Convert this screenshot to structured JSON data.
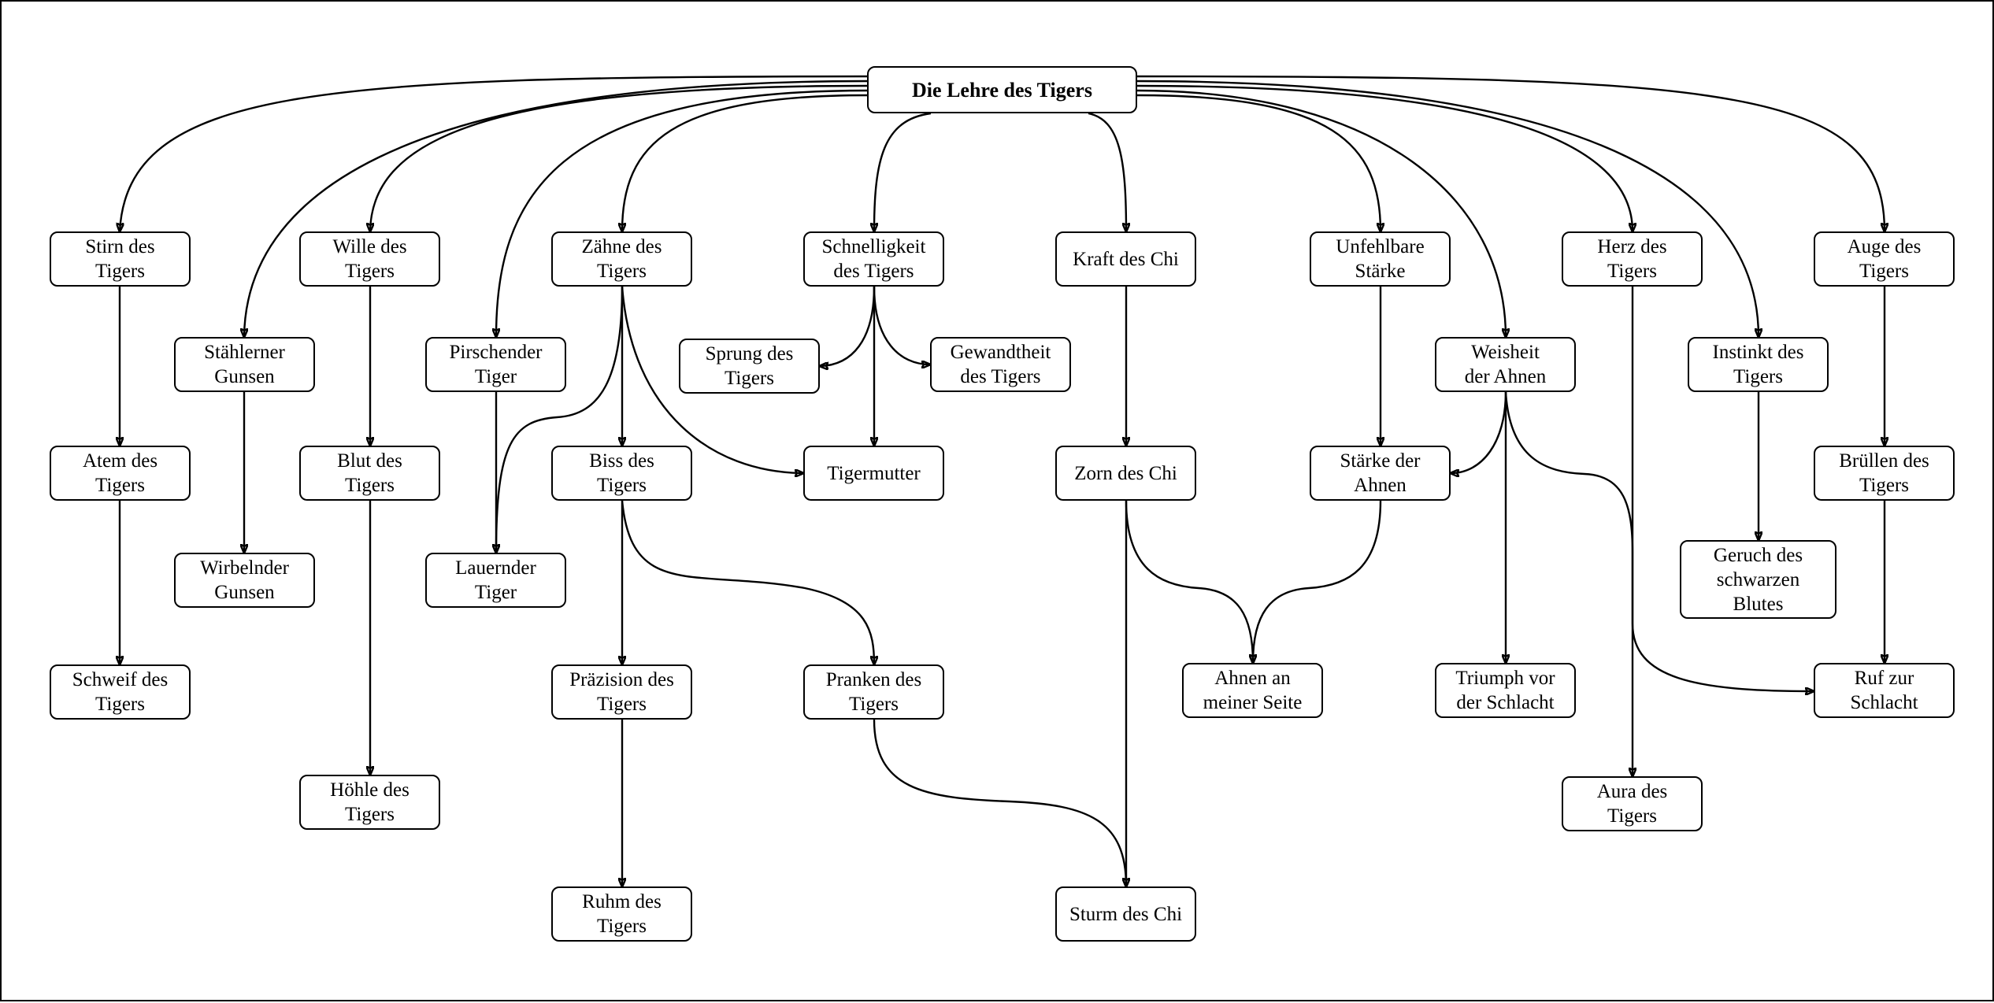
{
  "diagram": {
    "nodes": [
      {
        "id": "root",
        "label": "Die Lehre des Tigers"
      },
      {
        "id": "stirn",
        "label": "Stirn des\nTigers"
      },
      {
        "id": "atem",
        "label": "Atem des\nTigers"
      },
      {
        "id": "schweif",
        "label": "Schweif des\nTigers"
      },
      {
        "id": "staehlerner",
        "label": "Stählerner\nGunsen"
      },
      {
        "id": "wirbelnder",
        "label": "Wirbelnder\nGunsen"
      },
      {
        "id": "wille",
        "label": "Wille des\nTigers"
      },
      {
        "id": "blut",
        "label": "Blut des\nTigers"
      },
      {
        "id": "hoehle",
        "label": "Höhle des\nTigers"
      },
      {
        "id": "pirschender",
        "label": "Pirschender\nTiger"
      },
      {
        "id": "lauernder",
        "label": "Lauernder\nTiger"
      },
      {
        "id": "zaehne",
        "label": "Zähne des\nTigers"
      },
      {
        "id": "biss",
        "label": "Biss des\nTigers"
      },
      {
        "id": "praezision",
        "label": "Präzision des\nTigers"
      },
      {
        "id": "ruhm",
        "label": "Ruhm des\nTigers"
      },
      {
        "id": "pranken",
        "label": "Pranken des\nTigers"
      },
      {
        "id": "schnelligkeit",
        "label": "Schnelligkeit\ndes Tigers"
      },
      {
        "id": "sprung",
        "label": "Sprung des\nTigers"
      },
      {
        "id": "gewandtheit",
        "label": "Gewandtheit\ndes Tigers"
      },
      {
        "id": "tigermutter",
        "label": "Tigermutter"
      },
      {
        "id": "kraft",
        "label": "Kraft des Chi"
      },
      {
        "id": "zorn",
        "label": "Zorn des Chi"
      },
      {
        "id": "sturm",
        "label": "Sturm des Chi"
      },
      {
        "id": "unfehlbare",
        "label": "Unfehlbare\nStärke"
      },
      {
        "id": "staerke_ahnen",
        "label": "Stärke der\nAhnen"
      },
      {
        "id": "ahnen_seite",
        "label": "Ahnen an\nmeiner Seite"
      },
      {
        "id": "weisheit",
        "label": "Weisheit\nder Ahnen"
      },
      {
        "id": "triumph",
        "label": "Triumph vor\nder Schlacht"
      },
      {
        "id": "herz",
        "label": "Herz des\nTigers"
      },
      {
        "id": "aura",
        "label": "Aura des\nTigers"
      },
      {
        "id": "instinkt",
        "label": "Instinkt des\nTigers"
      },
      {
        "id": "geruch",
        "label": "Geruch des\nschwarzen\nBlutes"
      },
      {
        "id": "auge",
        "label": "Auge des\nTigers"
      },
      {
        "id": "bruellen",
        "label": "Brüllen des\nTigers"
      },
      {
        "id": "ruf",
        "label": "Ruf zur\nSchlacht"
      }
    ],
    "edges": [
      [
        "root",
        "stirn"
      ],
      [
        "root",
        "staehlerner"
      ],
      [
        "root",
        "wille"
      ],
      [
        "root",
        "pirschender"
      ],
      [
        "root",
        "zaehne"
      ],
      [
        "root",
        "schnelligkeit"
      ],
      [
        "root",
        "kraft"
      ],
      [
        "root",
        "unfehlbare"
      ],
      [
        "root",
        "weisheit"
      ],
      [
        "root",
        "herz"
      ],
      [
        "root",
        "instinkt"
      ],
      [
        "root",
        "auge"
      ],
      [
        "stirn",
        "atem"
      ],
      [
        "atem",
        "schweif"
      ],
      [
        "staehlerner",
        "wirbelnder"
      ],
      [
        "wille",
        "blut"
      ],
      [
        "blut",
        "hoehle"
      ],
      [
        "pirschender",
        "lauernder"
      ],
      [
        "zaehne",
        "lauernder"
      ],
      [
        "zaehne",
        "biss"
      ],
      [
        "zaehne",
        "tigermutter"
      ],
      [
        "biss",
        "praezision"
      ],
      [
        "praezision",
        "ruhm"
      ],
      [
        "biss",
        "pranken"
      ],
      [
        "pranken",
        "sturm"
      ],
      [
        "schnelligkeit",
        "sprung"
      ],
      [
        "schnelligkeit",
        "gewandtheit"
      ],
      [
        "schnelligkeit",
        "tigermutter"
      ],
      [
        "kraft",
        "zorn"
      ],
      [
        "zorn",
        "sturm"
      ],
      [
        "zorn",
        "ahnen_seite"
      ],
      [
        "unfehlbare",
        "staerke_ahnen"
      ],
      [
        "staerke_ahnen",
        "ahnen_seite"
      ],
      [
        "weisheit",
        "staerke_ahnen"
      ],
      [
        "weisheit",
        "triumph"
      ],
      [
        "weisheit",
        "ruf"
      ],
      [
        "herz",
        "aura"
      ],
      [
        "instinkt",
        "geruch"
      ],
      [
        "auge",
        "bruellen"
      ],
      [
        "bruellen",
        "ruf"
      ]
    ]
  }
}
